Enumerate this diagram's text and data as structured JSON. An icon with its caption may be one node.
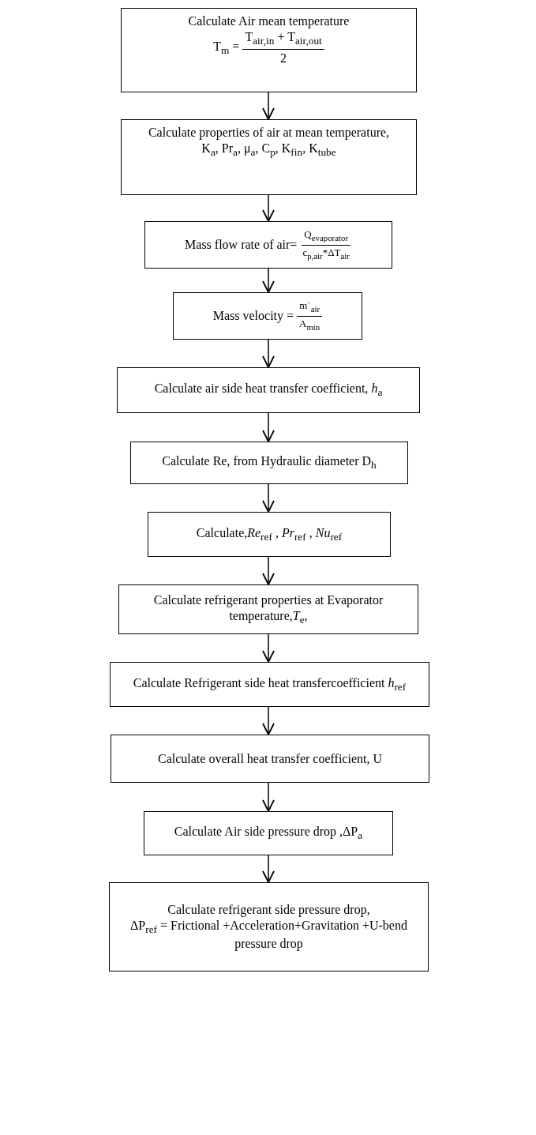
{
  "diagram": {
    "nodes": [
      {
        "text": [
          "Calculate Air mean temperature",
          "T$_{m}$ =",
          "T$_{air,in}$ + T$_{air,out}$",
          "2"
        ]
      },
      {
        "text": [
          "Calculate properties of air at mean temperature,",
          "K$_{a}$, Pr$_{a}$, μ$_{a}$, C$_{p}$, K$_{fin}$, K$_{tube}$"
        ]
      },
      {
        "text": [
          "Mass flow rate of air=",
          "Q$_{evaporator}$",
          "c$_{p,air}$*ΔT$_{air}$"
        ]
      },
      {
        "text": [
          "Mass velocity =",
          "m˙$_{air}$",
          "A$_{min}$"
        ]
      },
      {
        "text": [
          "Calculate air side heat transfer coefficient,  *h*$_{a}$"
        ]
      },
      {
        "text": [
          "Calculate Re, from Hydraulic diameter D$_{h}$"
        ]
      },
      {
        "text": [
          "Calculate,*Re*$_{ref}$ , *Pr*$_{ref}$ , *Nu*$_{ref}$"
        ]
      },
      {
        "text": [
          "Calculate refrigerant properties at Evaporator temperature,*T*$_{e}$,"
        ]
      },
      {
        "text": [
          "Calculate Refrigerant side heat transfercoefficient *h*$_{ref}$"
        ]
      },
      {
        "text": [
          "Calculate overall heat transfer coefficient, U"
        ]
      },
      {
        "text": [
          "Calculate Air side pressure drop ,ΔP$_{a}$"
        ]
      },
      {
        "text": [
          "Calculate refrigerant side pressure drop,",
          "ΔP$_{ref}$ = Frictional +Acceleration+Gravitation +U-bend pressure drop"
        ]
      }
    ],
    "edges": [
      {
        "from": 0,
        "to": 1,
        "arrow": "to"
      },
      {
        "from": 1,
        "to": 2,
        "arrow": "to"
      },
      {
        "from": 2,
        "to": 3,
        "arrow": "to"
      },
      {
        "from": 3,
        "to": 4,
        "arrow": "to"
      },
      {
        "from": 4,
        "to": 5,
        "arrow": "to"
      },
      {
        "from": 5,
        "to": 6,
        "arrow": "to"
      },
      {
        "from": 6,
        "to": 7,
        "arrow": "to"
      },
      {
        "from": 7,
        "to": 8,
        "arrow": "to"
      },
      {
        "from": 8,
        "to": 9,
        "arrow": "to"
      },
      {
        "from": 9,
        "to": 10,
        "arrow": "to"
      },
      {
        "from": 10,
        "to": 11,
        "arrow": "to"
      }
    ]
  }
}
